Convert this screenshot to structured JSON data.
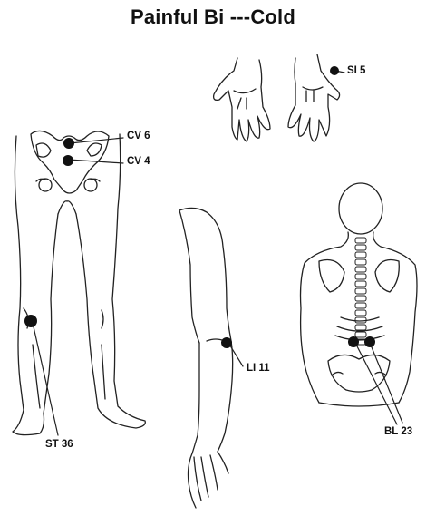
{
  "title": "Painful Bi ---Cold",
  "points": {
    "si5": "SI 5",
    "cv6": "CV 6",
    "cv4": "CV 4",
    "st36": "ST 36",
    "li11": "LI 11",
    "bl23": "BL 23"
  },
  "colors": {
    "ink": "#111111",
    "point": "#111111"
  }
}
